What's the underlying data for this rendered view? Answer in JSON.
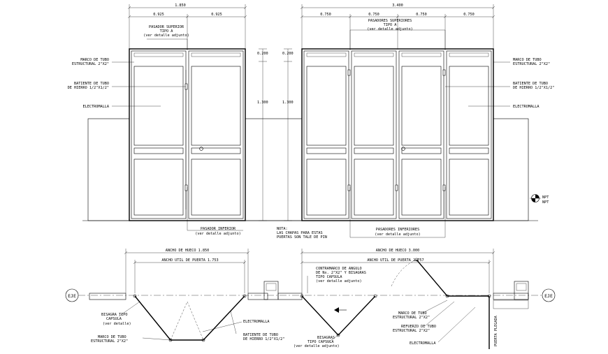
{
  "elevation": {
    "dimensions": {
      "overall_left": "1.850",
      "overall_right": "3.400",
      "left_leaf_1": "0.925",
      "left_leaf_2": "0.925",
      "right_leaf_1": "0.750",
      "right_leaf_2": "0.750",
      "right_leaf_3": "0.750",
      "right_leaf_4": "0.750",
      "top_band_left": "0.200",
      "top_band_right": "0.200",
      "height_left": "1.300",
      "height_right": "1.300"
    },
    "labels": {
      "pasador_superior": "PASADOR SUPERIOR",
      "pasador_superior_tipo": "TIPO A",
      "pasador_superior_detalle": "(ver detalle adjunto)",
      "pasadores_superiores": "PASADORES SUPERIORES",
      "pasadores_superiores_tipo": "TIPO A",
      "pasadores_superiores_detalle": "(ver detalle adjunto)",
      "marco_left_1": "MARCO DE TUBO",
      "marco_left_2": "ESTRUCTURAL 2\"X2\"",
      "batiente_left_1": "BATIENTE DE TUBO",
      "batiente_left_2": "DE HIERRO 1/2\"X1/2\"",
      "electromalla_left": "ELECTROMALLA",
      "marco_right_1": "MARCO DE TUBO",
      "marco_right_2": "ESTRUCTURAL 2\"X2\"",
      "batiente_right_1": "BATIENTE DE TUBO",
      "batiente_right_2": "DE HIERRO 1/2\"X1/2\"",
      "electromalla_right": "ELECTROMALLA",
      "pasador_inferior": "PASADOR INFERIOR",
      "pasador_inferior_detalle": "(ver detalle adjunto)",
      "nota_1": "NOTA:",
      "nota_2": "LAS CHAPAS PARA ESTAS",
      "nota_3": "PUERTAS SON TALE DE PIN",
      "pasadores_inferiores": "PASADORES INFERIORES",
      "pasadores_inferiores_detalle": "(ver detalle adjunto)",
      "npt_1": "NPT",
      "npt_2": "NPT"
    }
  },
  "plan": {
    "labels": {
      "ancho_hueco_left": "ANCHO DE HUECO 1.850",
      "ancho_util_left": "ANCHO UTIL DE PUERTA 1.753",
      "ancho_hueco_right": "ANCHO DE HUECO 3.000",
      "ancho_util_right": "ANCHO UTIL DE PUERTA 2.757",
      "eje_left": "EJE",
      "eje_right": "EJE",
      "contramarco_1": "CONTRAMARCO DE ANGULO",
      "contramarco_2": "DE Nx. 2\"X2\" Y BISAGRAS",
      "contramarco_3": "TIPO CAPSULA",
      "contramarco_4": "(ver detalle adjunto)",
      "bisagra_left_1": "BISAGRA TIPO",
      "bisagra_left_2": "CAPSULA",
      "bisagra_left_3": "(ver detalle)",
      "electromalla": "ELECTROMALLA",
      "marco_left_1": "MARCO DE TUBO",
      "marco_left_2": "ESTRUCTURAL 2\"X2\"",
      "batiente_1": "BATIENTE DE TUBO",
      "batiente_2": "DE HIERRO 1/2\"X1/2\"",
      "bisagras_1": "BISAGRAS",
      "bisagras_2": "TIPO CAPSULA",
      "bisagras_3": "(ver detalle adjunto)",
      "marco_right_1": "MARCO DE TUBO",
      "marco_right_2": "ESTRUCTURAL 2\"X2\"",
      "refuerzo_1": "REFUERZO DE TUBO",
      "refuerzo_2": "ESTRUCTURAL 2\"X2\"",
      "electromalla_right": "ELECTROMALLA",
      "puerta_plegada": "PUERTA PLEGADA"
    }
  }
}
